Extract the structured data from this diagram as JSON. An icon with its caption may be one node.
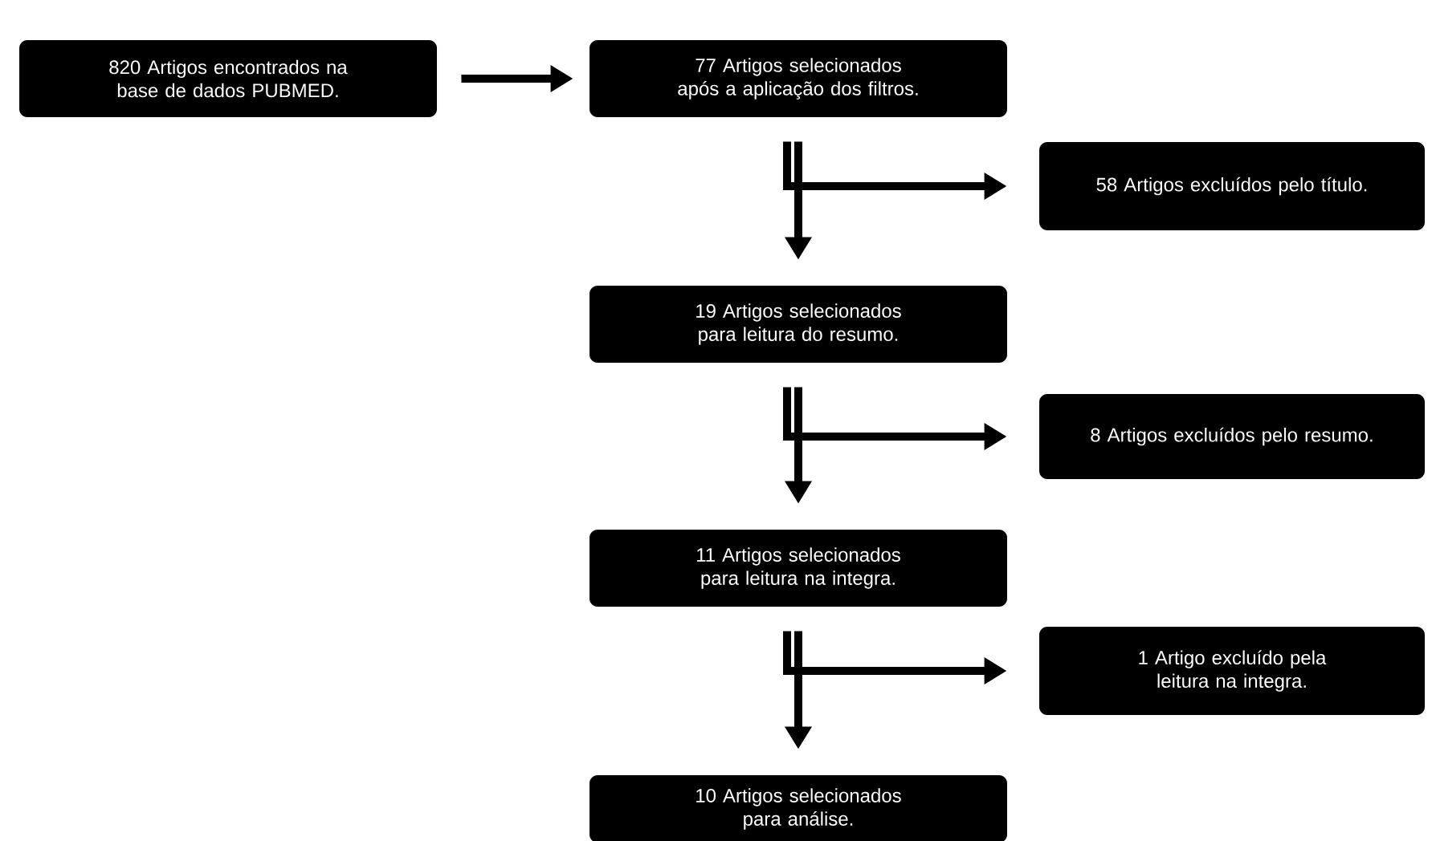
{
  "diagram": {
    "nodes": [
      {
        "text": [
          "820 Artigos encontrados na base de dados PUBMED."
        ]
      },
      {
        "text": [
          "77 Artigos selecionados após a aplicação dos filtros."
        ]
      },
      {
        "text": [
          "58 Artigos excluídos pelo título."
        ]
      },
      {
        "text": [
          "19 Artigos selecionados para leitura do resumo."
        ]
      },
      {
        "text": [
          "8 Artigos excluídos pelo resumo."
        ]
      },
      {
        "text": [
          "11 Artigos selecionados para leitura na integra."
        ]
      },
      {
        "text": [
          "1 Artigo excluído pela leitura na integra."
        ]
      },
      {
        "text": [
          "10 Artigos selecionados para análise."
        ]
      }
    ],
    "edges": [
      {
        "from": 0,
        "to": 1,
        "arrow": "to"
      },
      {
        "from": 1,
        "to": 2,
        "arrow": "to"
      },
      {
        "from": 1,
        "to": 3,
        "arrow": "to"
      },
      {
        "from": 3,
        "to": 4,
        "arrow": "to"
      },
      {
        "from": 3,
        "to": 5,
        "arrow": "to"
      },
      {
        "from": 5,
        "to": 6,
        "arrow": "to"
      },
      {
        "from": 5,
        "to": 7,
        "arrow": "to"
      }
    ]
  }
}
